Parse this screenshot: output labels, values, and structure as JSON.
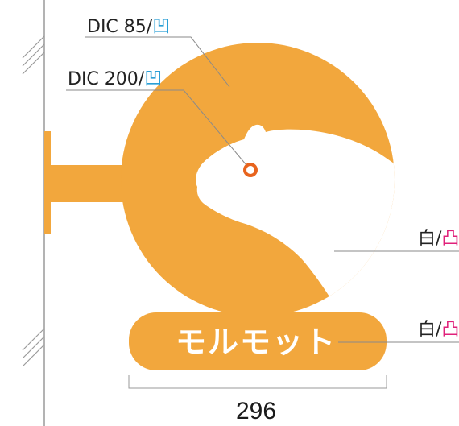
{
  "callouts": {
    "dic85": {
      "text": "DIC 85/",
      "symbol": "凹"
    },
    "dic200": {
      "text": "DIC 200/",
      "symbol": "凹"
    },
    "white_body": {
      "text": "白/",
      "symbol": "凸"
    },
    "white_text": {
      "text": "白/",
      "symbol": "凸"
    }
  },
  "sign": {
    "label": "モルモット"
  },
  "dimension": {
    "width_label": "296"
  },
  "colors": {
    "sign_orange": "#F2A73D",
    "concave_blue": "#2A9FD6",
    "convex_magenta": "#E0207A",
    "leader_line": "#888888",
    "wall_line": "#999999",
    "eye_ring": "#E8641E"
  }
}
